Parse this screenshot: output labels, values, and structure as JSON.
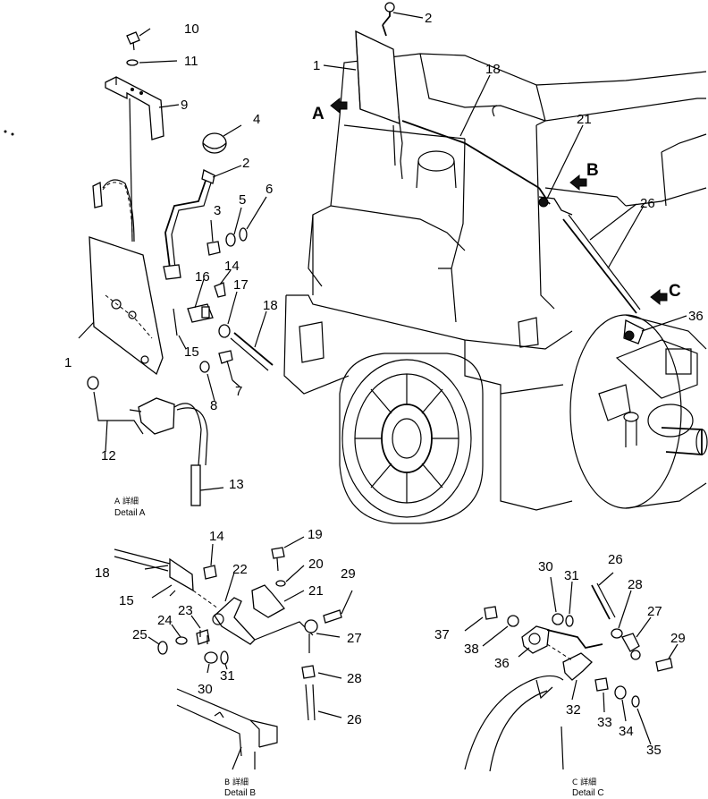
{
  "figure": {
    "view_arrows": [
      "A",
      "B",
      "C"
    ],
    "detail_captions": {
      "a": {
        "jp": "A 詳細",
        "en": "Detail A"
      },
      "b": {
        "jp": "B 詳細",
        "en": "Detail B"
      },
      "c": {
        "jp": "C 詳細",
        "en": "Detail C"
      }
    },
    "callouts": {
      "main": [
        "1",
        "2",
        "18",
        "21",
        "26",
        "36"
      ],
      "detail_a": [
        "10",
        "11",
        "9",
        "4",
        "2",
        "3",
        "5",
        "6",
        "16",
        "14",
        "17",
        "18",
        "1",
        "15",
        "8",
        "7",
        "12",
        "13"
      ],
      "detail_b": [
        "14",
        "19",
        "20",
        "18",
        "22",
        "21",
        "29",
        "15",
        "24",
        "23",
        "25",
        "27",
        "31",
        "30",
        "28",
        "26"
      ],
      "detail_c": [
        "30",
        "31",
        "26",
        "28",
        "27",
        "37",
        "38",
        "36",
        "29",
        "32",
        "33",
        "34",
        "35"
      ]
    }
  }
}
